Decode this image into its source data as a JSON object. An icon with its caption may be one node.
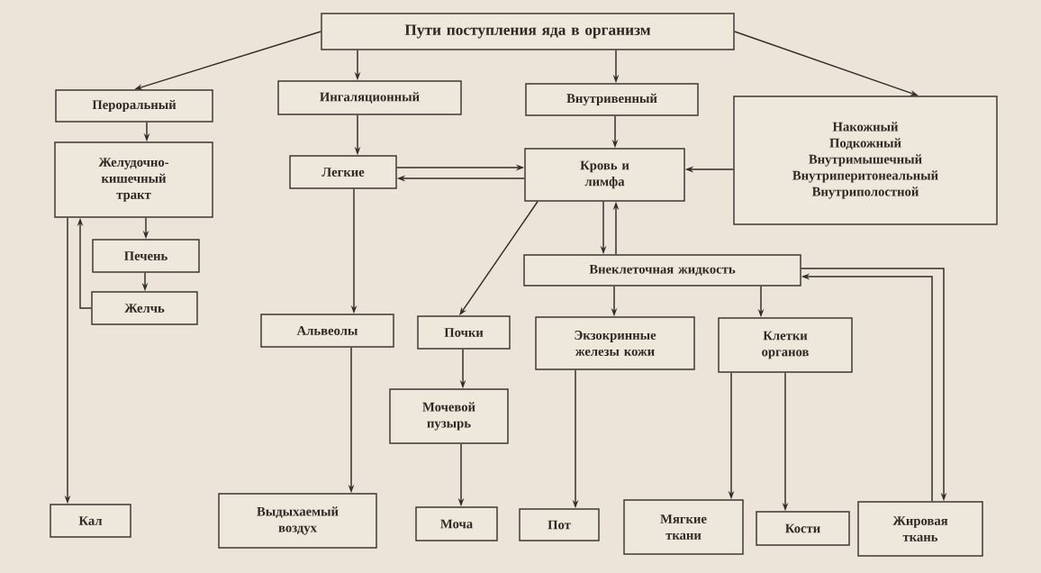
{
  "diagram": {
    "nodes": [
      {
        "text": [
          "Пути поступления яда в организм"
        ]
      },
      {
        "text": [
          "Пероральный"
        ]
      },
      {
        "text": [
          "Желудочно-кишечный тракт"
        ]
      },
      {
        "text": [
          "Печень"
        ]
      },
      {
        "text": [
          "Желчь"
        ]
      },
      {
        "text": [
          "Кал"
        ]
      },
      {
        "text": [
          "Ингаляционный"
        ]
      },
      {
        "text": [
          "Легкие"
        ]
      },
      {
        "text": [
          "Альвеолы"
        ]
      },
      {
        "text": [
          "Выдыхаемый воздух"
        ]
      },
      {
        "text": [
          "Внутривенный"
        ]
      },
      {
        "text": [
          "Кровь и лимфа"
        ]
      },
      {
        "text": [
          "Накожный",
          "Подкожный",
          "Внутримышечный",
          "Внутриперитонеальный",
          "Внутриполостной"
        ]
      },
      {
        "text": [
          "Почки"
        ]
      },
      {
        "text": [
          "Мочевой пузырь"
        ]
      },
      {
        "text": [
          "Моча"
        ]
      },
      {
        "text": [
          "Внеклеточная жидкость"
        ]
      },
      {
        "text": [
          "Экзокринные железы кожи"
        ]
      },
      {
        "text": [
          "Клетки органов"
        ]
      },
      {
        "text": [
          "Пот"
        ]
      },
      {
        "text": [
          "Мягкие ткани"
        ]
      },
      {
        "text": [
          "Кости"
        ]
      },
      {
        "text": [
          "Жировая ткань"
        ]
      }
    ],
    "edges": [
      {
        "from": 0,
        "to": 1,
        "arrow": "to"
      },
      {
        "from": 0,
        "to": 6,
        "arrow": "to"
      },
      {
        "from": 0,
        "to": 10,
        "arrow": "to"
      },
      {
        "from": 0,
        "to": 12,
        "arrow": "to"
      },
      {
        "from": 1,
        "to": 2,
        "arrow": "to"
      },
      {
        "from": 2,
        "to": 3,
        "arrow": "to"
      },
      {
        "from": 3,
        "to": 4,
        "arrow": "to"
      },
      {
        "from": 4,
        "to": 2,
        "arrow": "to"
      },
      {
        "from": 2,
        "to": 5,
        "arrow": "to"
      },
      {
        "from": 6,
        "to": 7,
        "arrow": "to"
      },
      {
        "from": 7,
        "to": 11,
        "arrow": "to"
      },
      {
        "from": 11,
        "to": 7,
        "arrow": "to"
      },
      {
        "from": 7,
        "to": 8,
        "arrow": "to"
      },
      {
        "from": 8,
        "to": 9,
        "arrow": "to"
      },
      {
        "from": 10,
        "to": 11,
        "arrow": "to"
      },
      {
        "from": 12,
        "to": 11,
        "arrow": "to"
      },
      {
        "from": 11,
        "to": 13,
        "arrow": "to"
      },
      {
        "from": 13,
        "to": 14,
        "arrow": "to"
      },
      {
        "from": 14,
        "to": 15,
        "arrow": "to"
      },
      {
        "from": 11,
        "to": 16,
        "arrow": "to"
      },
      {
        "from": 16,
        "to": 11,
        "arrow": "to"
      },
      {
        "from": 16,
        "to": 17,
        "arrow": "to"
      },
      {
        "from": 16,
        "to": 18,
        "arrow": "to"
      },
      {
        "from": 17,
        "to": 19,
        "arrow": "to"
      },
      {
        "from": 18,
        "to": 20,
        "arrow": "to"
      },
      {
        "from": 18,
        "to": 21,
        "arrow": "to"
      },
      {
        "from": 16,
        "to": 22,
        "arrow": "to"
      },
      {
        "from": 22,
        "to": 16,
        "arrow": "to"
      }
    ]
  }
}
